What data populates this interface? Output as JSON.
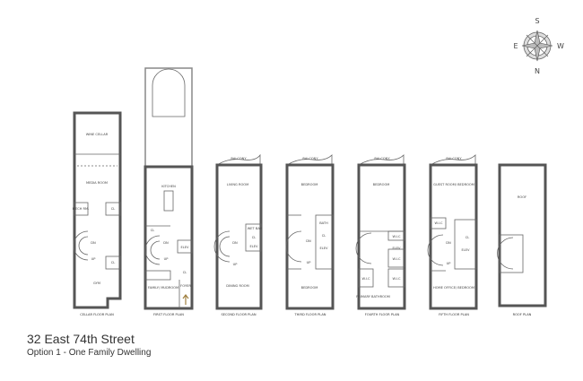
{
  "title": "32 East 74th Street",
  "subtitle": "Option 1 - One Family Dwelling",
  "compass": {
    "n": "N",
    "s": "S",
    "e": "E",
    "w": "W"
  },
  "plans": [
    {
      "label": "CELLAR FLOOR PLAN",
      "rooms": [
        "WINE CELLAR",
        "MEDIA ROOM",
        "MECH RM.",
        "CL",
        "CL",
        "DN",
        "UP",
        "GYM"
      ]
    },
    {
      "label": "FIRST FLOOR PLAN",
      "rooms": [
        "KITCHEN",
        "CL",
        "DN",
        "UP",
        "FAMILY/ MUDROOM",
        "FOYER",
        "CL",
        "ELEV"
      ]
    },
    {
      "label": "SECOND FLOOR PLAN",
      "rooms": [
        "BALCONY",
        "LIVING ROOM",
        "WET BAR",
        "CL",
        "DN",
        "UP",
        "DINING ROOM",
        "ELEV"
      ]
    },
    {
      "label": "THIRD FLOOR PLAN",
      "rooms": [
        "BALCONY",
        "BEDROOM",
        "BATH",
        "CL",
        "DN",
        "UP",
        "BEDROOM",
        "ELEV"
      ]
    },
    {
      "label": "FOURTH FLOOR PLAN",
      "rooms": [
        "BALCONY",
        "BEDROOM",
        "W.I.C",
        "W.I.C",
        "W.I.C",
        "W.I.C",
        "PRIMARY BATHROOM",
        "ELEV"
      ]
    },
    {
      "label": "FIFTH FLOOR PLAN",
      "rooms": [
        "BALCONY",
        "GUEST ROOM/ BEDROOM",
        "W.I.C",
        "CL",
        "DN",
        "UP",
        "HOME OFFICE/ BEDROOM",
        "ELEV"
      ]
    },
    {
      "label": "ROOF PLAN",
      "rooms": [
        "ROOF"
      ]
    }
  ]
}
